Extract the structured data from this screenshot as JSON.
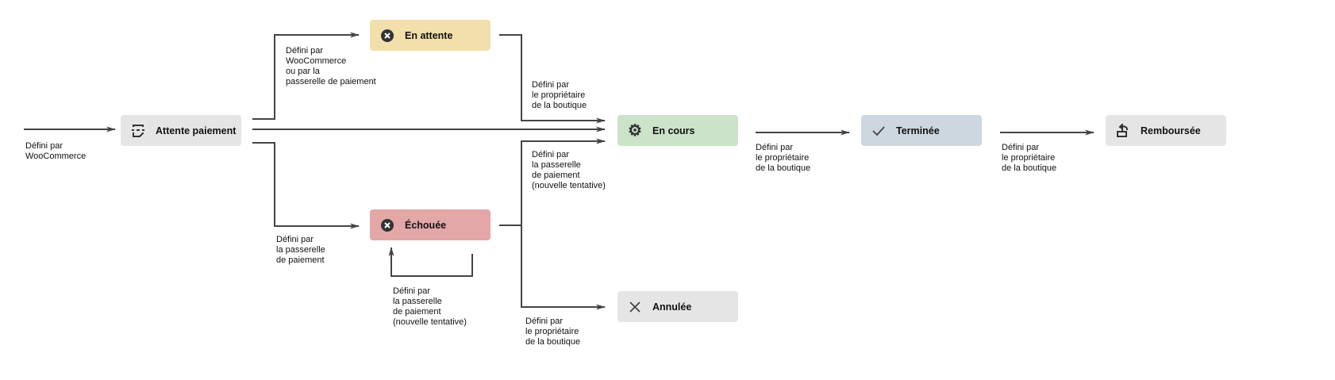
{
  "statuses": {
    "pending": {
      "label": "Attente paiement",
      "icon": "payment-pending-icon",
      "color": "#e5e5e5"
    },
    "on_hold": {
      "label": "En attente",
      "icon": "x-circle-icon",
      "color": "#f3dfab"
    },
    "processing": {
      "label": "En cours",
      "icon": "gear-icon",
      "color": "#cbe3c9"
    },
    "failed": {
      "label": "Échouée",
      "icon": "x-circle-icon",
      "color": "#e3a7a7"
    },
    "cancelled": {
      "label": "Annulée",
      "icon": "x-icon",
      "color": "#e5e5e5"
    },
    "completed": {
      "label": "Terminée",
      "icon": "check-icon",
      "color": "#cdd7e0"
    },
    "refunded": {
      "label": "Remboursée",
      "icon": "refund-icon",
      "color": "#e5e5e5"
    }
  },
  "labels": {
    "entry": "Défini par\nWooCommerce",
    "to_on_hold": "Défini par\nWooCommerce\nou par la\npasserelle de paiement",
    "to_failed": "Défini par\nla passerelle\nde paiement",
    "on_hold_to_processing": "Défini par\nle propriétaire\nde la boutique",
    "failed_to_processing": "Défini par\nla passerelle\nde paiement\n(nouvelle tentative)",
    "failed_retry": "Défini par\nla passerelle\nde paiement\n(nouvelle tentative)",
    "to_cancelled": "Défini par\nle propriétaire\nde la boutique",
    "to_completed": "Défini par\nle propriétaire\nde la boutique",
    "to_refunded": "Défini par\nle propriétaire\nde la boutique"
  }
}
